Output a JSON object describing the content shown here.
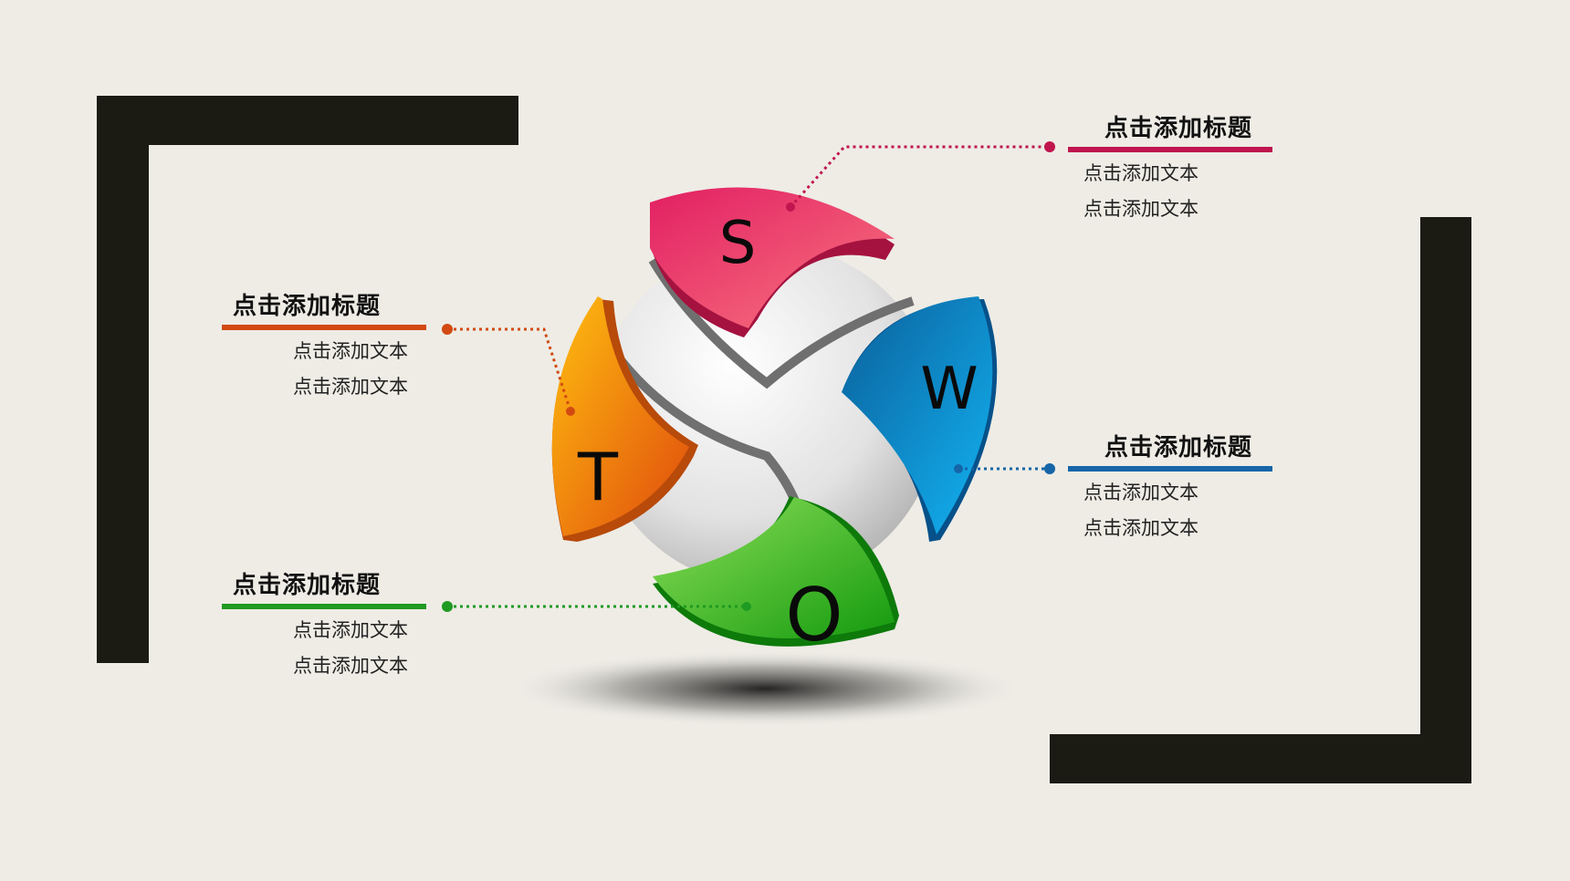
{
  "swot": {
    "S": {
      "letter": "S",
      "color": "#d81b60"
    },
    "W": {
      "letter": "W",
      "color": "#0b7fc4"
    },
    "O": {
      "letter": "O",
      "color": "#2cae1a"
    },
    "T": {
      "letter": "T",
      "color": "#f07a10"
    }
  },
  "blocks": {
    "s": {
      "title": "点击添加标题",
      "line1": "点击添加文本",
      "line2": "点击添加文本",
      "color": "#c0154f"
    },
    "w": {
      "title": "点击添加标题",
      "line1": "点击添加文本",
      "line2": "点击添加文本",
      "color": "#1565a8"
    },
    "t": {
      "title": "点击添加标题",
      "line1": "点击添加文本",
      "line2": "点击添加文本",
      "color": "#d24a12"
    },
    "o": {
      "title": "点击添加标题",
      "line1": "点击添加文本",
      "line2": "点击添加文本",
      "color": "#1f9a22"
    }
  }
}
